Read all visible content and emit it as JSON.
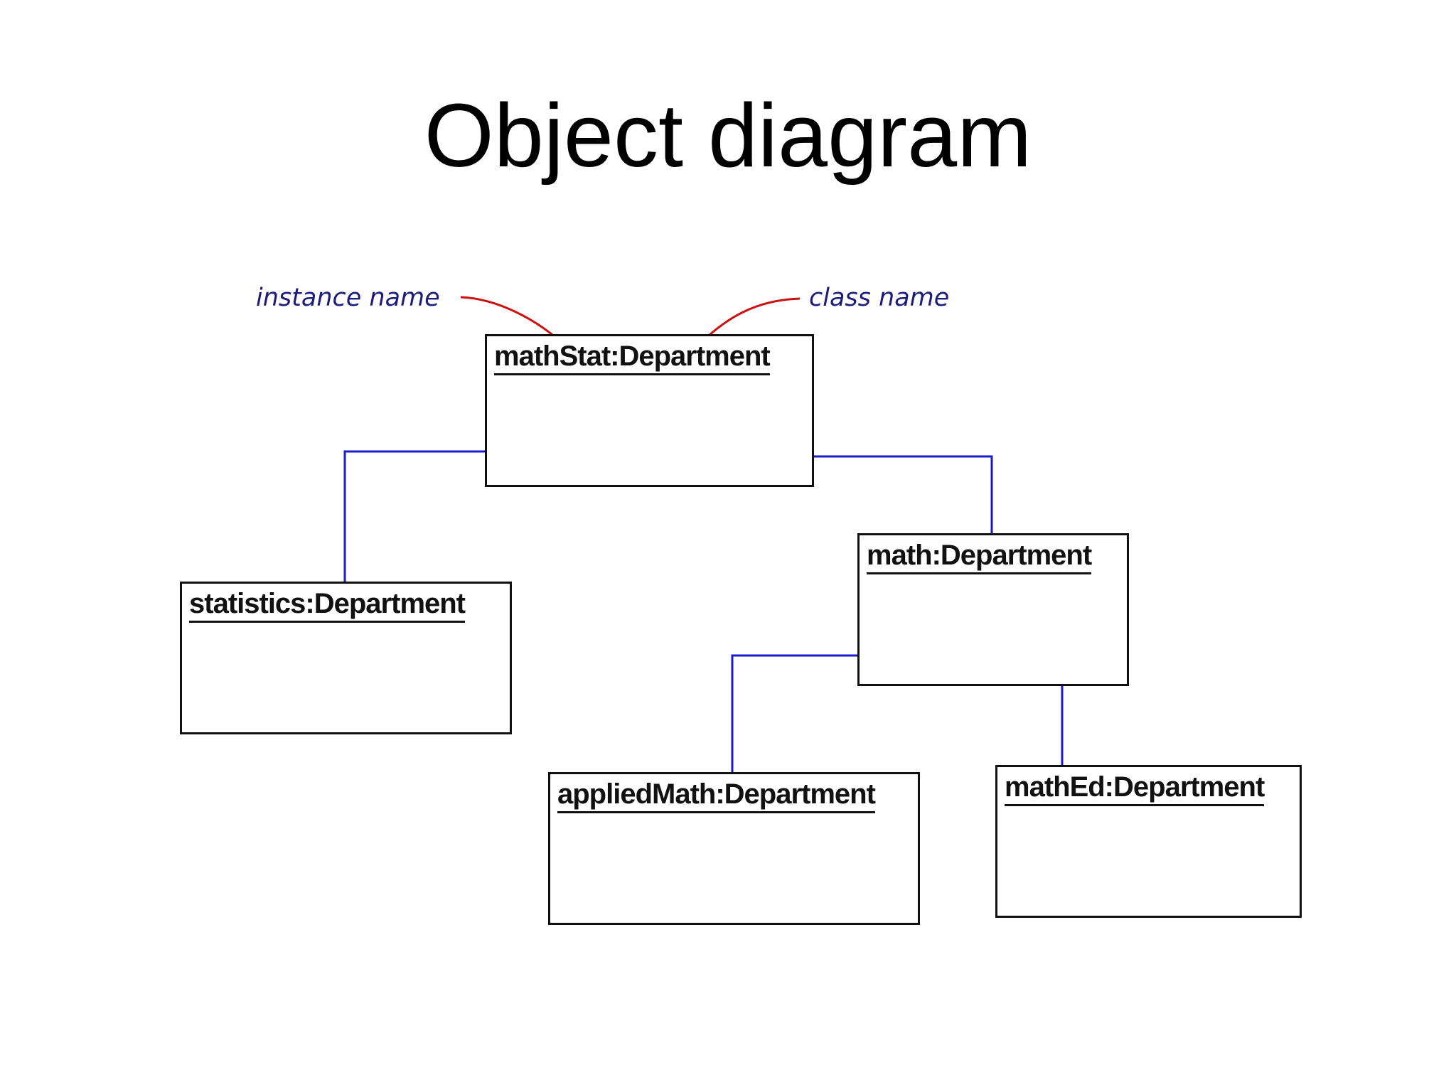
{
  "title": "Object diagram",
  "annotations": {
    "instance_name": "instance name",
    "class_name": "class name"
  },
  "objects": {
    "mathStat": {
      "label": "mathStat:Department"
    },
    "statistics": {
      "label": "statistics:Department"
    },
    "math": {
      "label": "math:Department"
    },
    "appliedMath": {
      "label": "appliedMath:Department"
    },
    "mathEd": {
      "label": "mathEd:Department"
    }
  },
  "links": [
    {
      "from": "mathStat:Department",
      "to": "statistics:Department"
    },
    {
      "from": "mathStat:Department",
      "to": "math:Department"
    },
    {
      "from": "math:Department",
      "to": "appliedMath:Department"
    },
    {
      "from": "math:Department",
      "to": "mathEd:Department"
    }
  ],
  "colors": {
    "link": "#1a1acc",
    "arrow": "#cc1111",
    "annotation": "#1c1c7a",
    "box_border": "#111111"
  }
}
